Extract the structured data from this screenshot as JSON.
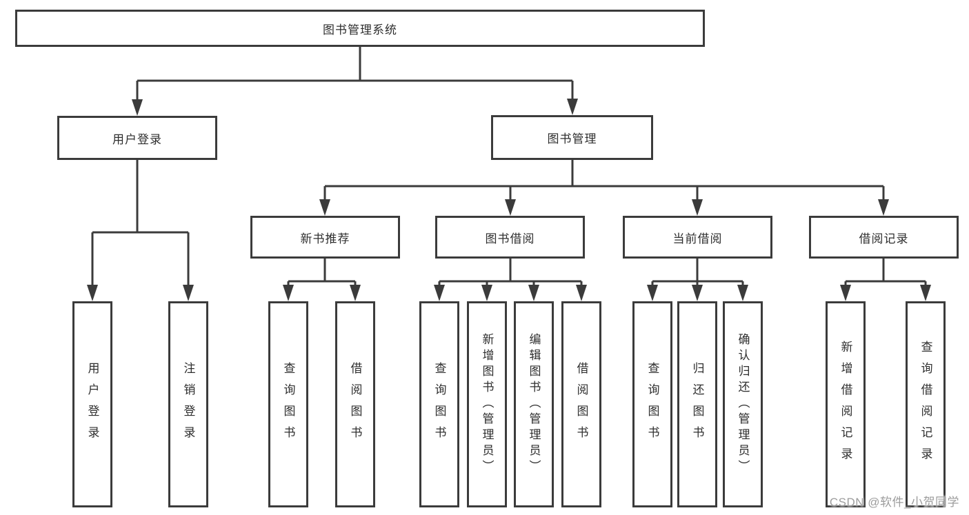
{
  "diagram": {
    "root": {
      "label": "图书管理系统"
    },
    "branches": [
      {
        "label": "用户登录",
        "children": [
          {
            "label": "用户登录"
          },
          {
            "label": "注销登录"
          }
        ]
      },
      {
        "label": "图书管理",
        "children": [
          {
            "label": "新书推荐",
            "children": [
              {
                "label": "查询图书"
              },
              {
                "label": "借阅图书"
              }
            ]
          },
          {
            "label": "图书借阅",
            "children": [
              {
                "label": "查询图书"
              },
              {
                "label": "新增图书（管理员）"
              },
              {
                "label": "编辑图书（管理员）"
              },
              {
                "label": "借阅图书"
              }
            ]
          },
          {
            "label": "当前借阅",
            "children": [
              {
                "label": "查询图书"
              },
              {
                "label": "归还图书"
              },
              {
                "label": "确认归还（管理员）"
              }
            ]
          },
          {
            "label": "借阅记录",
            "children": [
              {
                "label": "新增借阅记录"
              },
              {
                "label": "查询借阅记录"
              }
            ]
          }
        ]
      }
    ]
  },
  "watermark": "CSDN @软件_小贺同学",
  "colors": {
    "line": "#3b3b3b",
    "text": "#2e2e2e",
    "watermark": "#9c9c9c",
    "background": "#ffffff"
  }
}
